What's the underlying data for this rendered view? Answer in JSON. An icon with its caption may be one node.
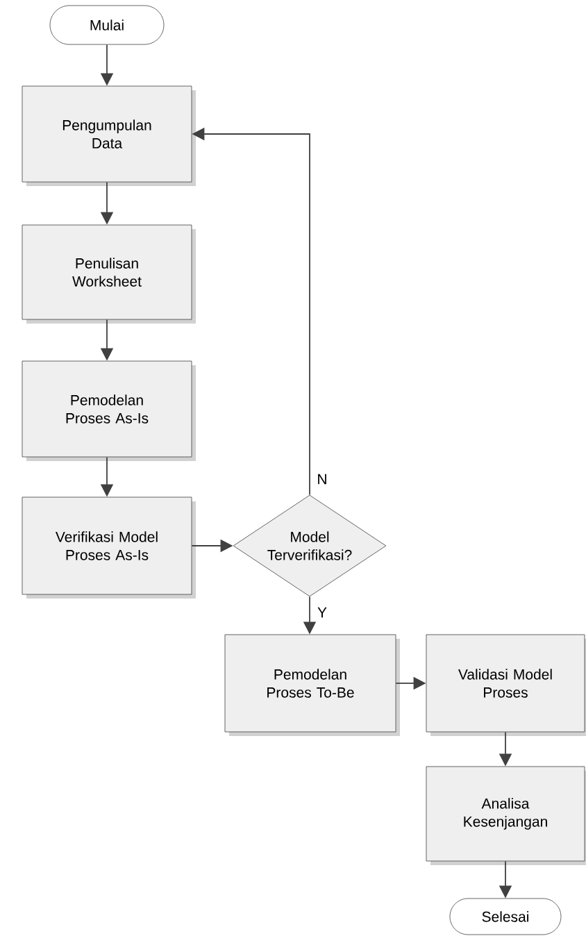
{
  "diagram": {
    "nodes": [
      {
        "text": [
          "Mulai"
        ]
      },
      {
        "text": [
          "Pengumpulan Data"
        ]
      },
      {
        "text": [
          "Penulisan Worksheet"
        ]
      },
      {
        "text": [
          "Pemodelan Proses As-Is"
        ]
      },
      {
        "text": [
          "Verifikasi Model Proses As-Is"
        ]
      },
      {
        "text": [
          "Model Terverifikasi?"
        ]
      },
      {
        "text": [
          "Pemodelan Proses To-Be"
        ]
      },
      {
        "text": [
          "Validasi Model Proses"
        ]
      },
      {
        "text": [
          "Analisa Kesenjangan"
        ]
      },
      {
        "text": [
          "Selesai"
        ]
      }
    ],
    "edges": [
      {
        "from": 0,
        "to": 1,
        "arrow": "to"
      },
      {
        "from": 1,
        "to": 2,
        "arrow": "to"
      },
      {
        "from": 2,
        "to": 3,
        "arrow": "to"
      },
      {
        "from": 3,
        "to": 4,
        "arrow": "to"
      },
      {
        "from": 4,
        "to": 5,
        "arrow": "to"
      },
      {
        "from": 5,
        "to": 1,
        "arrow": "to",
        "label": "N"
      },
      {
        "from": 5,
        "to": 6,
        "arrow": "to",
        "label": "Y"
      },
      {
        "from": 6,
        "to": 7,
        "arrow": "to"
      },
      {
        "from": 7,
        "to": 8,
        "arrow": "to"
      },
      {
        "from": 8,
        "to": 9,
        "arrow": "to"
      }
    ]
  }
}
